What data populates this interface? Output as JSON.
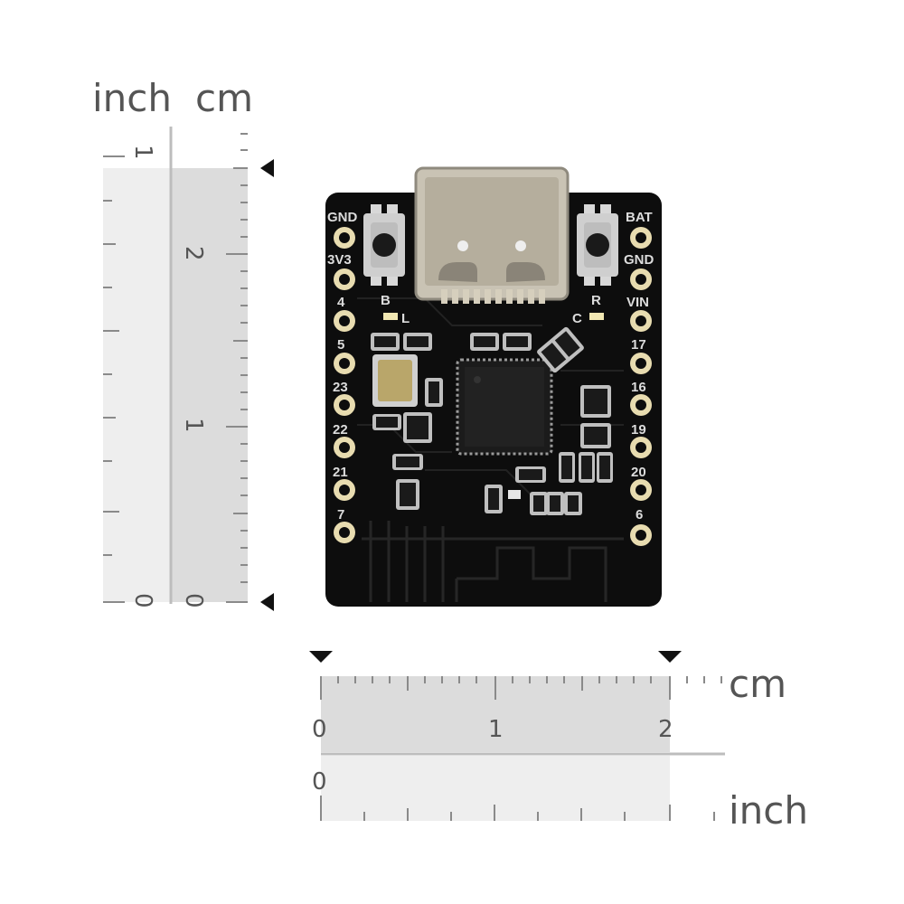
{
  "units": {
    "inch_top": "inch",
    "cm_top": "cm",
    "cm_bottom": "cm",
    "inch_bottom": "inch"
  },
  "vertical_ruler": {
    "inch_labels": [
      "1",
      "0"
    ],
    "cm_labels": [
      "2",
      "1",
      "0"
    ]
  },
  "horizontal_ruler": {
    "cm_labels": [
      "0",
      "1",
      "2"
    ],
    "inch_labels": [
      "0"
    ]
  },
  "board": {
    "left_pins": [
      "GND",
      "3V3",
      "4",
      "5",
      "23",
      "22",
      "21",
      "7"
    ],
    "right_pins": [
      "BAT",
      "GND",
      "VIN",
      "17",
      "16",
      "19",
      "20",
      "6"
    ],
    "button_left_label": "B",
    "button_right_label": "R",
    "led_left_label": "L",
    "led_right_label": "C"
  },
  "colors": {
    "board": "#0d0d0d",
    "pad": "#e8dcb0",
    "usb": "#c9c3b4",
    "ruler_light": "#eeeeee",
    "ruler_dark": "#dcdcdc",
    "tick": "#8a8a8a"
  }
}
